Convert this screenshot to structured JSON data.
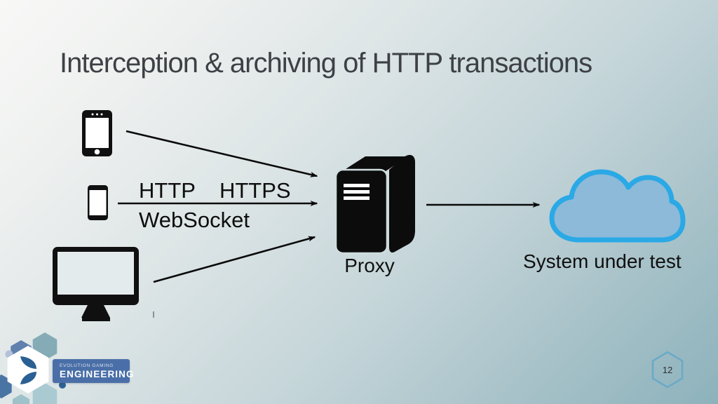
{
  "slide": {
    "title": "Interception & archiving of HTTP transactions",
    "page_number": "12"
  },
  "labels": {
    "http": "HTTP",
    "https": "HTTPS",
    "websocket": "WebSocket",
    "proxy": "Proxy",
    "system_under_test": "System under test"
  },
  "footer": {
    "brand_top": "EVOLUTION GAMING",
    "brand_bottom": "ENGINEERING"
  },
  "icons": {
    "tablet": "tablet-device-icon",
    "phone": "smartphone-device-icon",
    "desktop": "desktop-monitor-icon",
    "proxy": "server-tower-icon",
    "cloud": "cloud-icon",
    "logo": "evolution-hexagon-logo"
  },
  "colors": {
    "cloud_fill": "#8cbad8",
    "cloud_stroke": "#2aa9e6",
    "arrow": "#0a0a0a",
    "banner_blue": "#4a6fa8",
    "page_hex_stroke": "#6aaac7",
    "title_text": "#3d4146"
  }
}
